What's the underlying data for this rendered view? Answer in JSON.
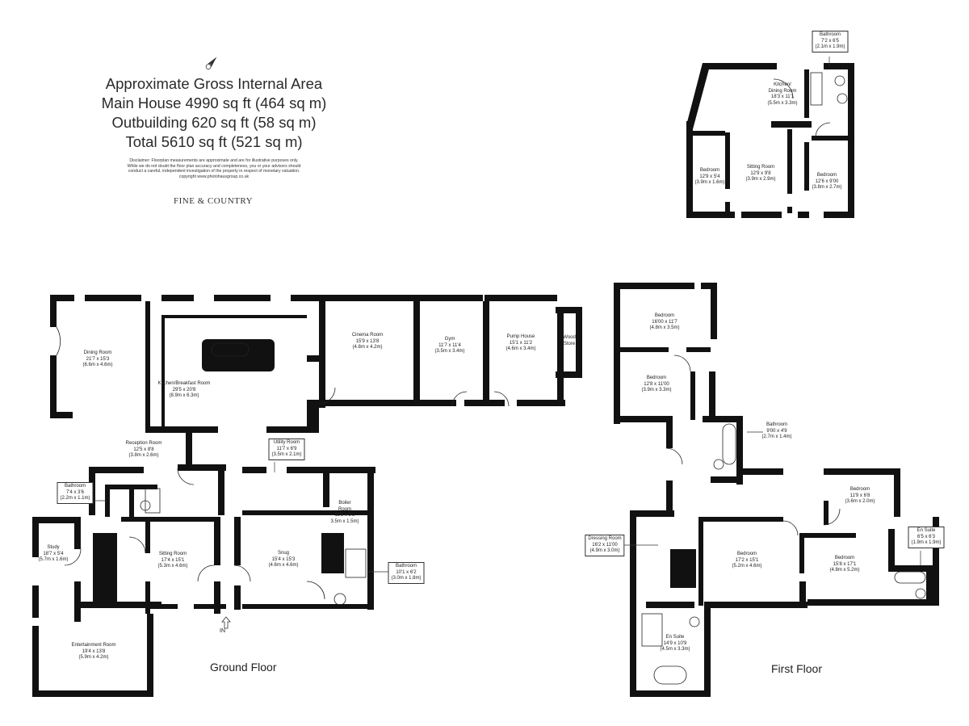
{
  "colors": {
    "wall": "#111111",
    "background": "#ffffff",
    "text": "#222222"
  },
  "icons": {
    "compass": "north-arrow-icon",
    "entrance": "up-arrow-icon"
  },
  "area_summary": {
    "line1": "Approximate Gross Internal Area",
    "line2": "Main House 4990 sq ft (464 sq m)",
    "line3": "Outbuilding 620 sq ft (58 sq m)",
    "line4": "Total 5610 sq ft (521 sq m)"
  },
  "disclaimer": {
    "line1": "Disclaimer: Floorplan measurements are approximate and are for illustrative purposes only.",
    "line2": "While we do not doubt the floor plan accuracy and completeness, you or your advisors should",
    "line3": "conduct a careful, independent investigation of the property in respect of monetary valuation.",
    "line4": "copyright www.photohausgroup.co.uk"
  },
  "brand": "FINE & COUNTRY",
  "floors": {
    "ground": "Ground Floor",
    "first": "First Floor"
  },
  "entrance_label": "IN",
  "outbuilding_rooms": {
    "bathroom": {
      "name": "Bathroom",
      "imperial": "7'2 x 6'5",
      "metric": "(2.1m x 1.9m)"
    },
    "kitchen": {
      "name": "Kitchen/",
      "name2": "Dining Room",
      "imperial": "18'3 x 11'1",
      "metric": "(5.5m x 3.3m)"
    },
    "bedroom_left": {
      "name": "Bedroom",
      "imperial": "12'9 x 5'4",
      "metric": "(3.9m x 1.6m)"
    },
    "sitting": {
      "name": "Sitting Room",
      "imperial": "12'9 x 9'8",
      "metric": "(3.9m x 2.9m)"
    },
    "bedroom_right": {
      "name": "Bedroom",
      "imperial": "12'6 x 9'00",
      "metric": "(3.8m x 2.7m)"
    }
  },
  "ground_rooms": {
    "dining": {
      "name": "Dining Room",
      "imperial": "21'7 x 15'3",
      "metric": "(6.6m x 4.6m)"
    },
    "kitchen": {
      "name": "Kitchen/Breakfast Room",
      "imperial": "29'5 x 20'8",
      "metric": "(8.9m x 6.3m)"
    },
    "cinema": {
      "name": "Cinema Room",
      "imperial": "15'9 x 13'8",
      "metric": "(4.8m x 4.2m)"
    },
    "gym": {
      "name": "Gym",
      "imperial": "11'7 x 11'4",
      "metric": "(3.5m x 3.4m)"
    },
    "pump": {
      "name": "Pump House",
      "imperial": "15'1 x 11'2",
      "metric": "(4.6m x 3.4m)"
    },
    "wood": {
      "name": "Wood",
      "name2": "Store"
    },
    "reception": {
      "name": "Reception Room",
      "imperial": "12'5 x 8'8",
      "metric": "(3.8m x 2.6m)"
    },
    "utility": {
      "name": "Utility Room",
      "imperial": "11'7 x 6'9",
      "metric": "(3.5m x 2.1m)"
    },
    "bathroom_small": {
      "name": "Bathroom",
      "imperial": "7'4 x 3'6",
      "metric": "(2.2m x 1.1m)"
    },
    "boiler": {
      "name": "Boiler",
      "name2": "Room",
      "imperial": "11'5 x 5'2",
      "metric": "3.5m x 1.5m)"
    },
    "study": {
      "name": "Study",
      "imperial": "18'7 x 5'4",
      "metric": "(5.7m x 1.6m)"
    },
    "sitting": {
      "name": "Sitting Room",
      "imperial": "17'4 x 15'1",
      "metric": "(5.3m x 4.6m)"
    },
    "snug": {
      "name": "Snug",
      "imperial": "15'4 x 15'3",
      "metric": "(4.6m x 4.6m)"
    },
    "bathroom": {
      "name": "Bathroom",
      "imperial": "10'1 x 6'2",
      "metric": "(3.0m x 1.8m)"
    },
    "entertainment": {
      "name": "Entertainment Room",
      "imperial": "19'4 x 13'8",
      "metric": "(5.9m x 4.2m)"
    }
  },
  "first_rooms": {
    "bedroom_top": {
      "name": "Bedroom",
      "imperial": "16'00 x 11'7",
      "metric": "(4.8m x 3.5m)"
    },
    "bedroom_mid": {
      "name": "Bedroom",
      "imperial": "12'8 x 11'00",
      "metric": "(3.9m x 3.3m)"
    },
    "bathroom": {
      "name": "Bathroom",
      "imperial": "9'00 x 4'9",
      "metric": "(2.7m x 1.4m)"
    },
    "bedroom_small": {
      "name": "Bedroom",
      "imperial": "11'9 x 6'8",
      "metric": "(3.6m x 2.0m)"
    },
    "en_suite_small": {
      "name": "En Suite",
      "imperial": "6'5 x 6'3",
      "metric": "(1.9m x 1.9m)"
    },
    "dressing": {
      "name": "Dressing Room",
      "imperial": "16'2 x 11'00",
      "metric": "(4.9m x 3.0m)"
    },
    "bedroom_main": {
      "name": "Bedroom",
      "imperial": "17'2 x 15'1",
      "metric": "(5.2m x 4.6m)"
    },
    "bedroom_right": {
      "name": "Bedroom",
      "imperial": "15'8 x 17'1",
      "metric": "(4.8m x 5.2m)"
    },
    "en_suite": {
      "name": "En Suite",
      "imperial": "14'9 x 10'9",
      "metric": "(4.5m x 3.3m)"
    }
  }
}
